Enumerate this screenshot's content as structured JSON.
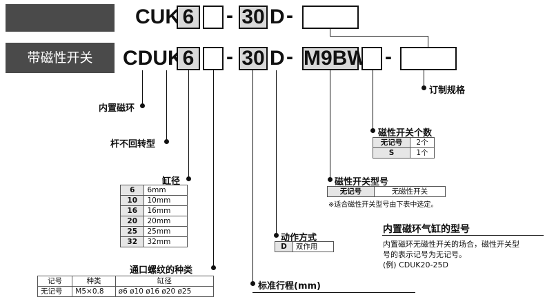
{
  "row1": {
    "prefix": "CUK",
    "bore": "6",
    "stroke": "30",
    "d": "D"
  },
  "row2": {
    "banner": "带磁性开关",
    "prefix": "CDUK",
    "bore": "6",
    "stroke": "30",
    "d": "D",
    "switch": "M9BW"
  },
  "labels": {
    "internal_magnet": "内置磁环",
    "non_rotating_rod": "杆不回转型",
    "made_to_order": "订制规格",
    "num_switches": "磁性开关个数",
    "bore": "缸径",
    "switch_model": "磁性开关型号",
    "switch_note": "※适合磁性开关型号由下表中选定。",
    "action": "动作方式",
    "port_thread": "通口螺纹的种类",
    "stroke": "标准行程(mm)"
  },
  "num_switch_table": [
    {
      "key": "无记号",
      "value": "2个"
    },
    {
      "key": "S",
      "value": "1个"
    }
  ],
  "bore_table": [
    {
      "key": "6",
      "value": "6mm"
    },
    {
      "key": "10",
      "value": "10mm"
    },
    {
      "key": "16",
      "value": "16mm"
    },
    {
      "key": "20",
      "value": "20mm"
    },
    {
      "key": "25",
      "value": "25mm"
    },
    {
      "key": "32",
      "value": "32mm"
    }
  ],
  "switch_table": {
    "key": "无记号",
    "value": "无磁性开关"
  },
  "action_table": {
    "key": "D",
    "value": "双作用"
  },
  "note": {
    "title": "内置磁环气缸的型号",
    "line1": "内置磁环无磁性开关的场合，磁性开关型",
    "line2": "号的表示记号为无记号。",
    "line3": "(例) CDUK20-25D"
  },
  "port_table": {
    "headers": [
      "记号",
      "种类",
      "缸径"
    ],
    "row": [
      "无记号",
      "M5×0.8",
      "ø6  ø10  ø16  ø20  ø25"
    ]
  }
}
